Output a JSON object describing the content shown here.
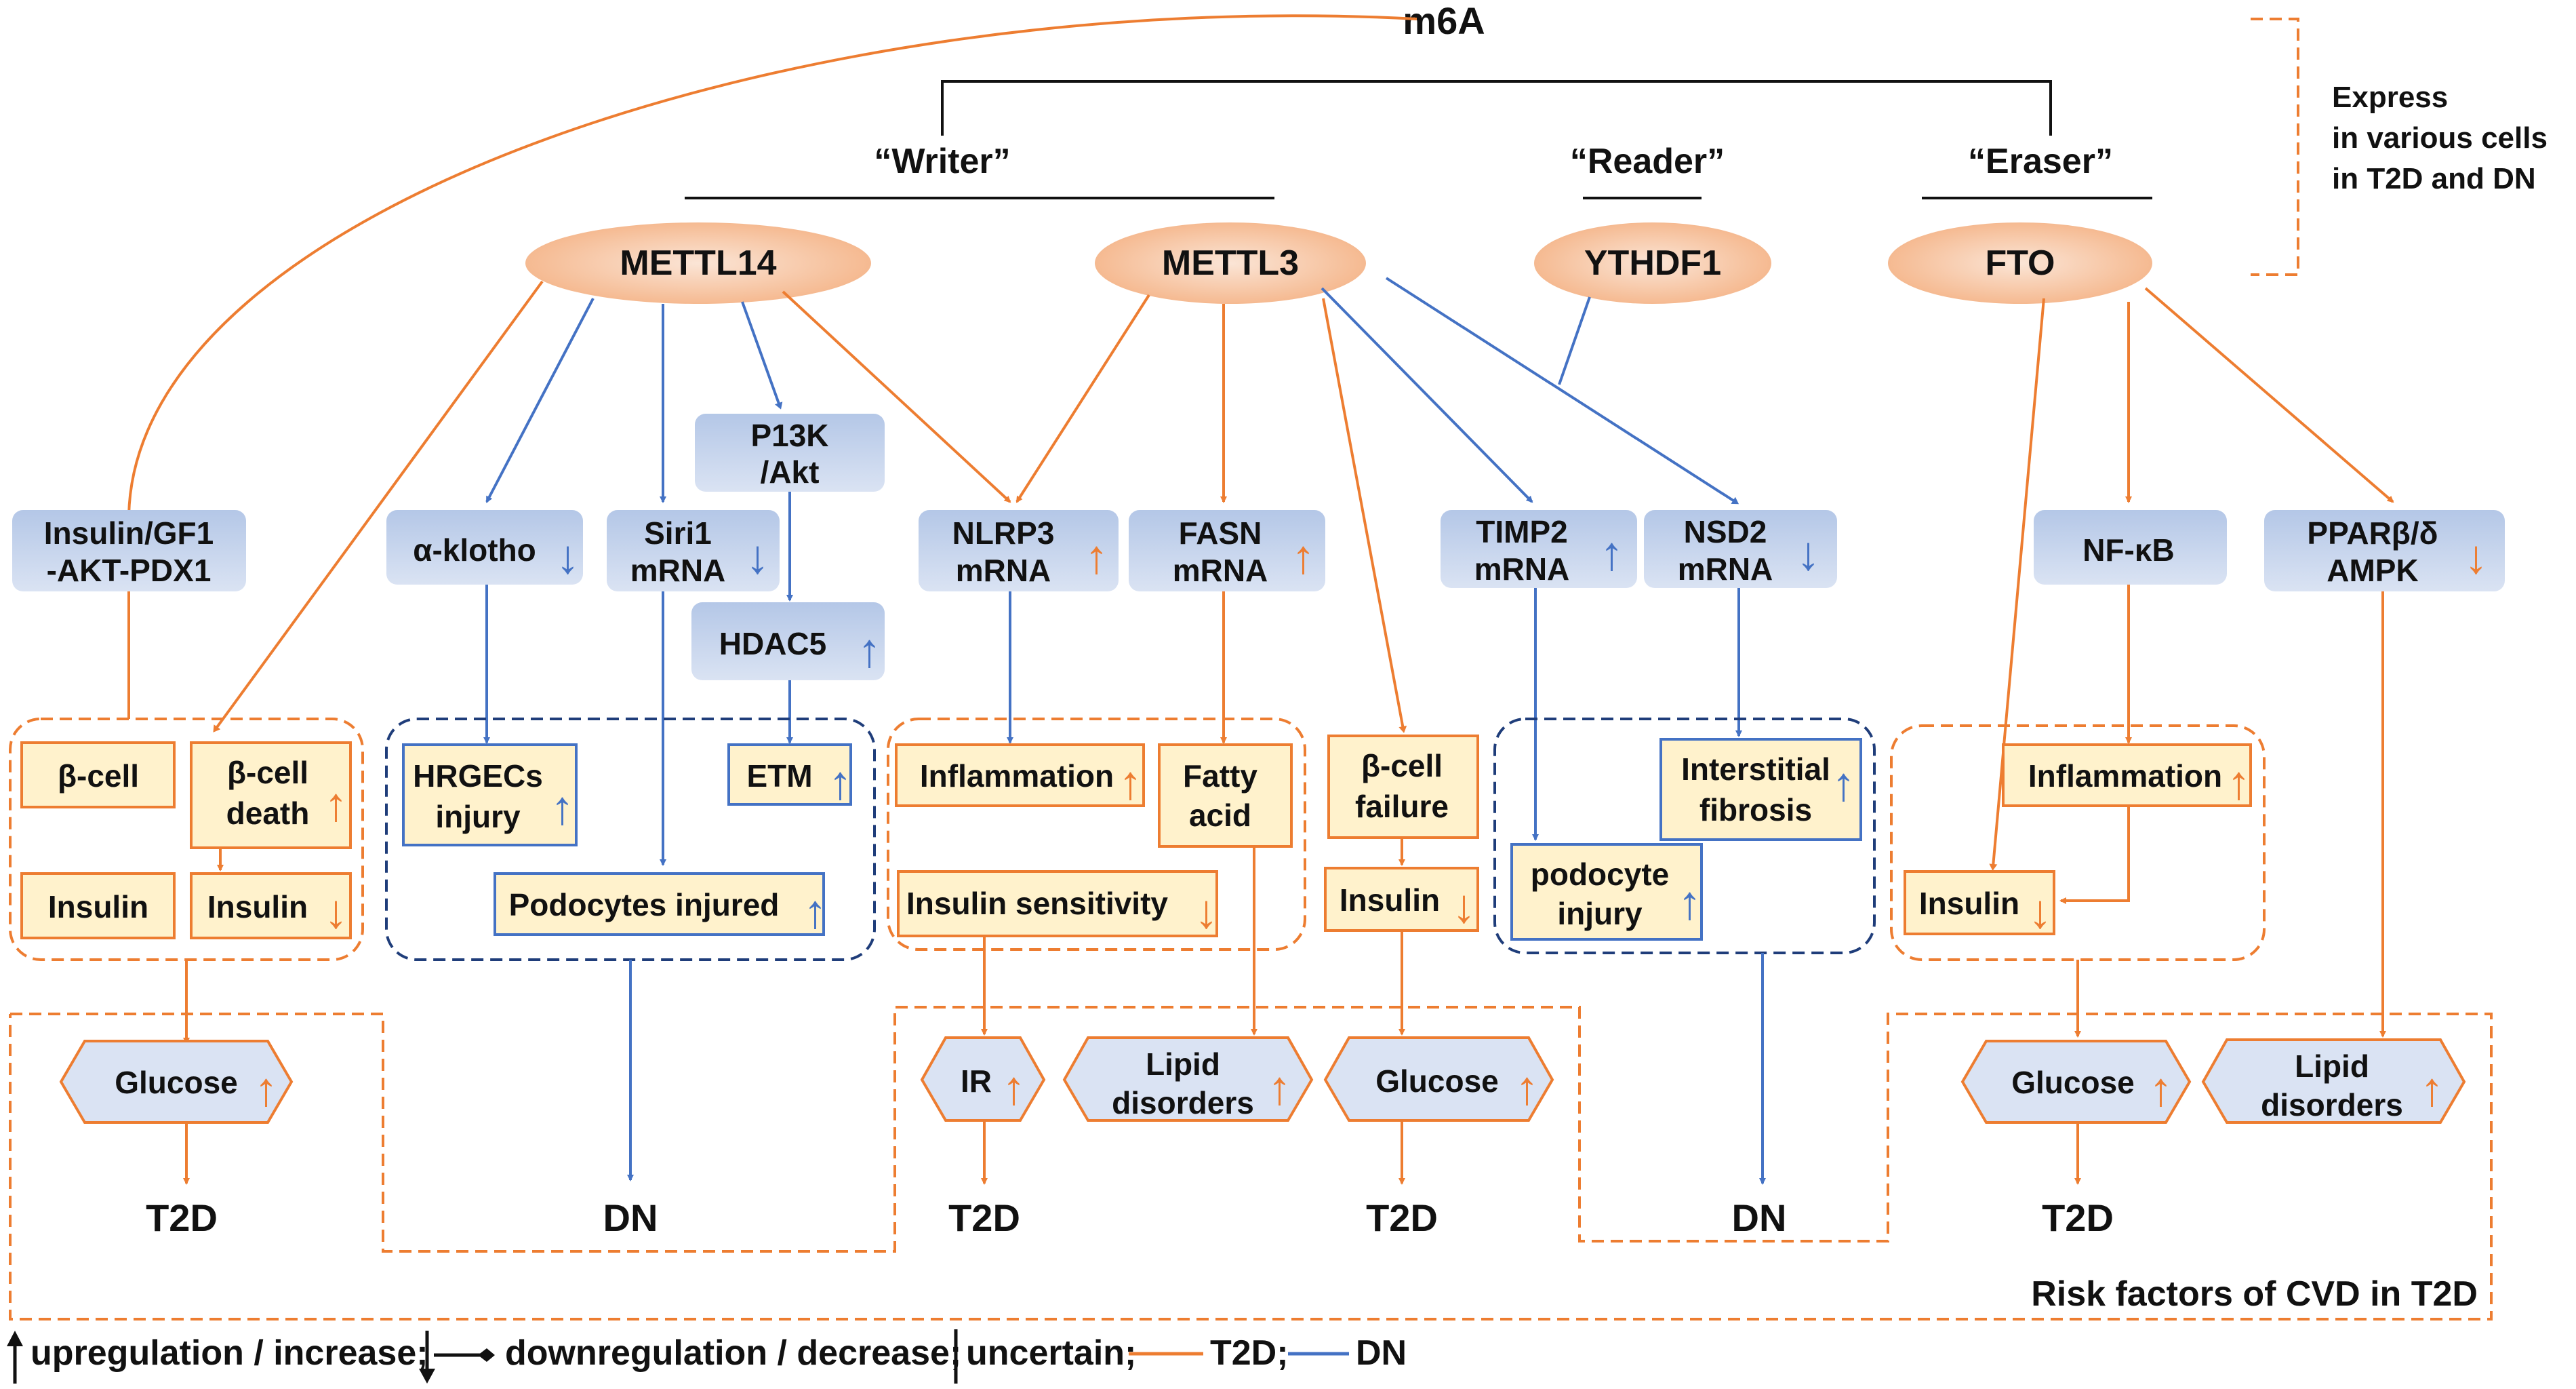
{
  "m6a": "m6A",
  "bracket_note": [
    "Express",
    "in various cells",
    "in T2D and DN"
  ],
  "roles": {
    "writer": "“Writer”",
    "reader": "“Reader”",
    "eraser": "“Eraser”"
  },
  "enzymes": {
    "mettl14": "METTL14",
    "mettl3": "METTL3",
    "ythdf1": "YTHDF1",
    "fto": "FTO"
  },
  "targets": {
    "insulin_path": [
      "Insulin/GF1",
      "-AKT-PDX1"
    ],
    "klotho": "α-klotho",
    "siri1": [
      "Siri1",
      "mRNA"
    ],
    "pi3k": [
      "P13K",
      "/Akt"
    ],
    "hdac5": "HDAC5",
    "nlrp3": [
      "NLRP3",
      "mRNA"
    ],
    "fasn": [
      "FASN",
      "mRNA"
    ],
    "timp2": [
      "TIMP2",
      "mRNA"
    ],
    "nsd2": [
      "NSD2",
      "mRNA"
    ],
    "nfkb": "NF-κB",
    "ppar": [
      "PPARβ/δ",
      "AMPK"
    ]
  },
  "effects": {
    "beta_cell": "β-cell",
    "beta_cell_death": [
      "β-cell",
      "death"
    ],
    "insulin": "Insulin",
    "hrgecs": [
      "HRGECs",
      "injury"
    ],
    "etm": "ETM",
    "podocytes_injured": "Podocytes injured",
    "inflammation": "Inflammation",
    "fatty_acid": [
      "Fatty",
      "acid"
    ],
    "insulin_sensitivity": "Insulin sensitivity",
    "beta_cell_failure": [
      "β-cell",
      "failure"
    ],
    "interstitial_fibrosis": [
      "Interstitial",
      "fibrosis"
    ],
    "podocyte_injury": [
      "podocyte",
      "injury"
    ]
  },
  "outcomes": {
    "glucose": "Glucose",
    "ir": "IR",
    "lipid_disorders": [
      "Lipid",
      "disorders"
    ],
    "t2d": "T2D",
    "dn": "DN",
    "risk_label": "Risk factors of CVD in T2D"
  },
  "legend": {
    "up": "upregulation / increase;",
    "down": "downregulation / decrease;",
    "uncertain": "uncertain;",
    "t2d": "T2D;",
    "dn": "DN"
  },
  "colors": {
    "t2d": "#ED7D31",
    "dn": "#4472C4",
    "box_fill": "#FFF2CC",
    "hex_fill": "#DAE3F3"
  }
}
